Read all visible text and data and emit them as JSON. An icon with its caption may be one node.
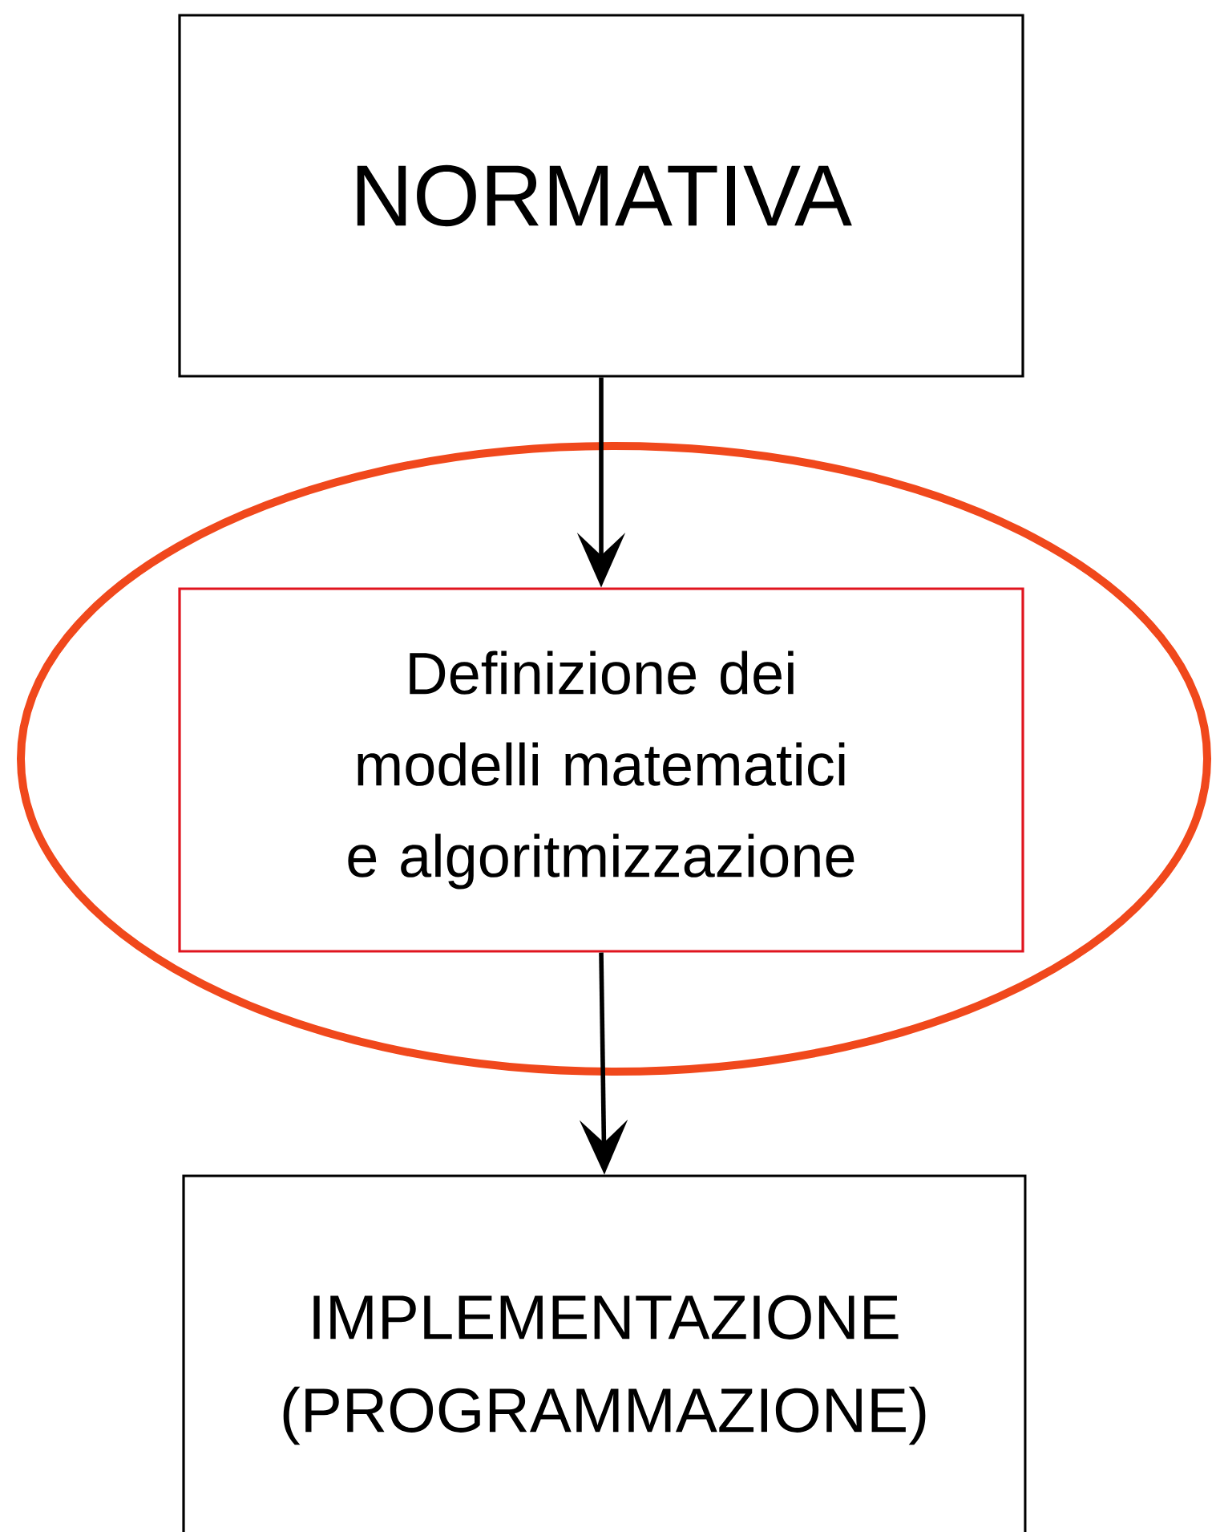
{
  "diagram": {
    "nodes": [
      {
        "text": [
          "NORMATIVA"
        ]
      },
      {
        "text": [
          "Definizione dei modelli matematici e algoritmizzazione"
        ]
      },
      {
        "text": [
          "IMPLEMENTAZIONE (PROGRAMMAZIONE)"
        ]
      }
    ],
    "edges": [
      {
        "from": 0,
        "to": 1,
        "arrow": "to"
      },
      {
        "from": 1,
        "to": 2,
        "arrow": "to"
      }
    ]
  }
}
